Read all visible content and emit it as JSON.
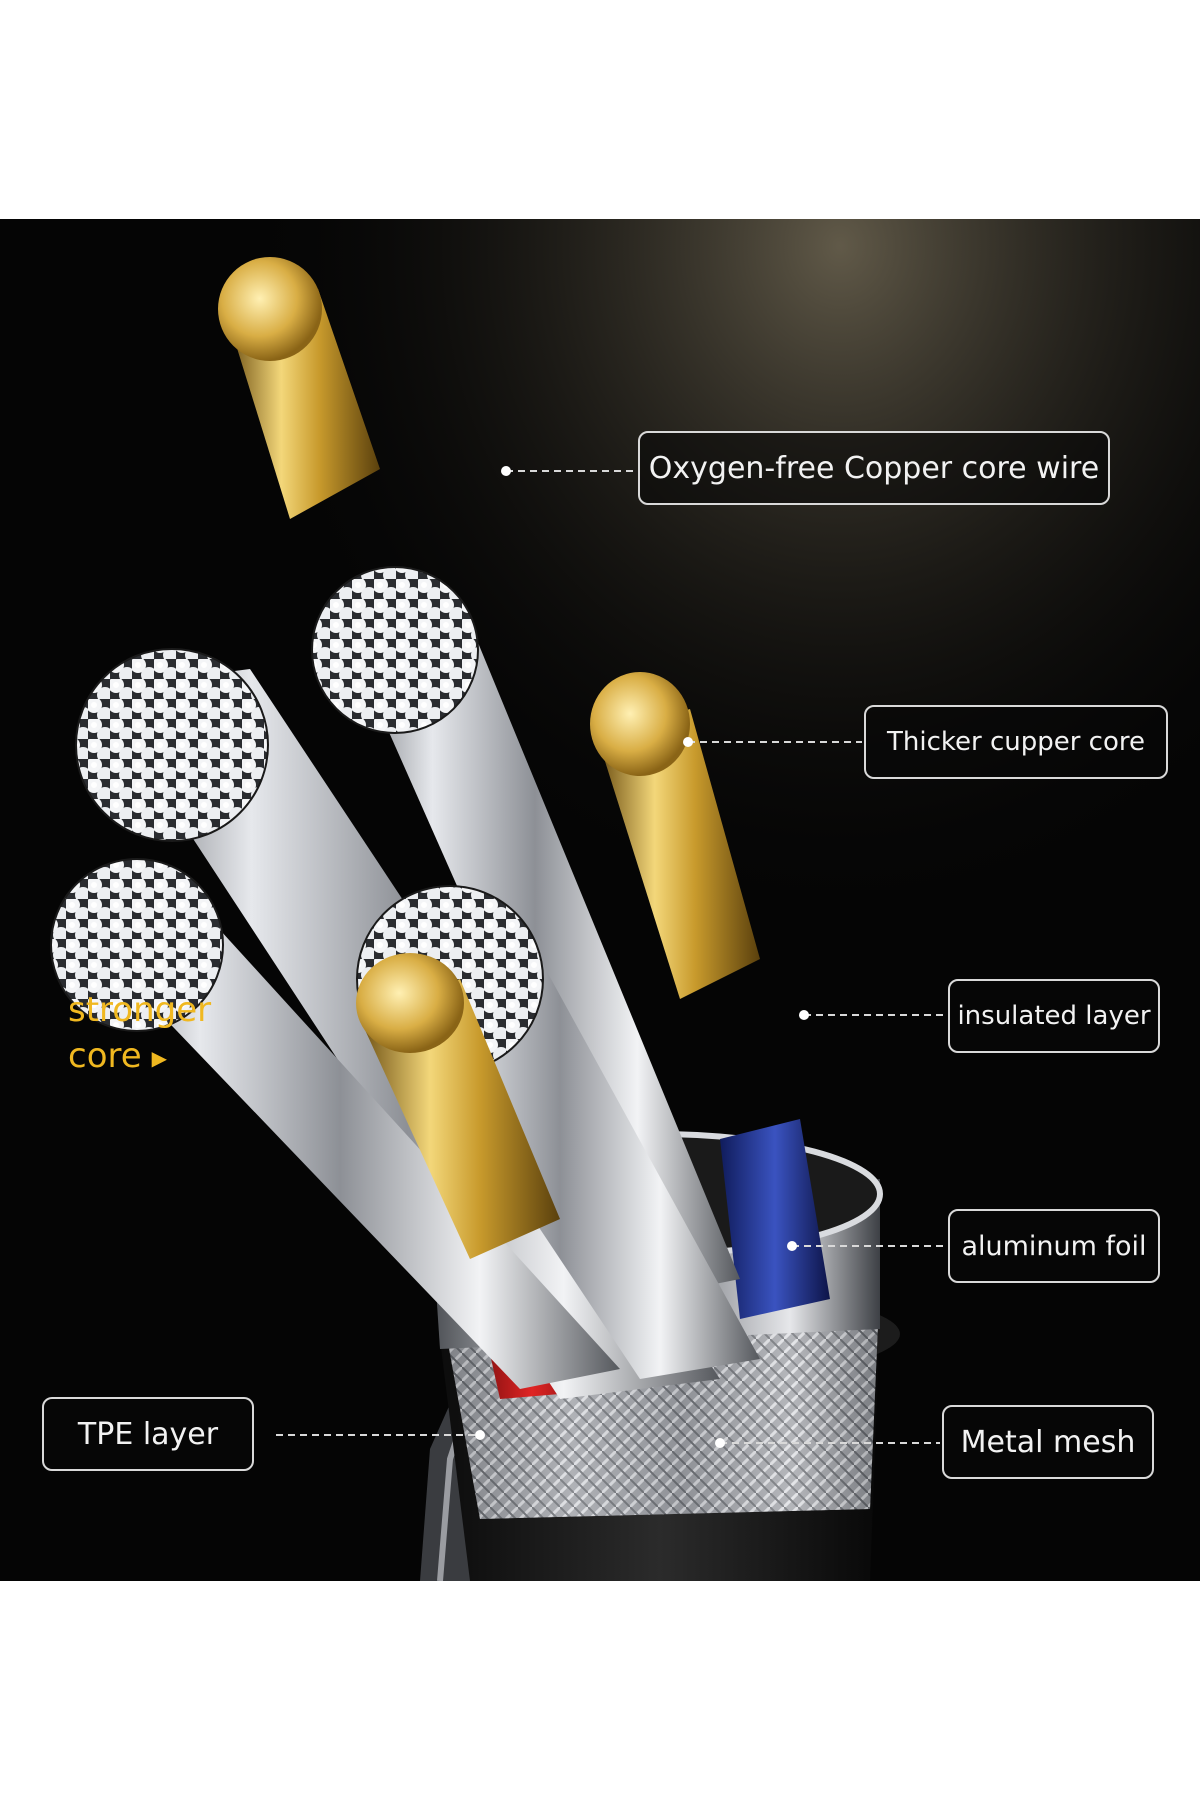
{
  "labels": {
    "oxygen_free": "Oxygen-free Copper core wire",
    "thicker_core": "Thicker cupper core",
    "insulated": "insulated layer",
    "aluminum": "aluminum foil",
    "tpe": "TPE layer",
    "metal_mesh": "Metal mesh"
  },
  "tagline": {
    "line1": "stronger",
    "line2": "core",
    "arrow_icon": "play-triangle-icon"
  },
  "colors": {
    "background": "#050505",
    "accent_gold": "#f0b820",
    "copper_gold": "#d4a93a",
    "insulation_blue": "#2a3f9e",
    "insulation_red": "#c81818",
    "strand_silver": "#c9ccd1",
    "callout_border": "#d9d9d9"
  }
}
